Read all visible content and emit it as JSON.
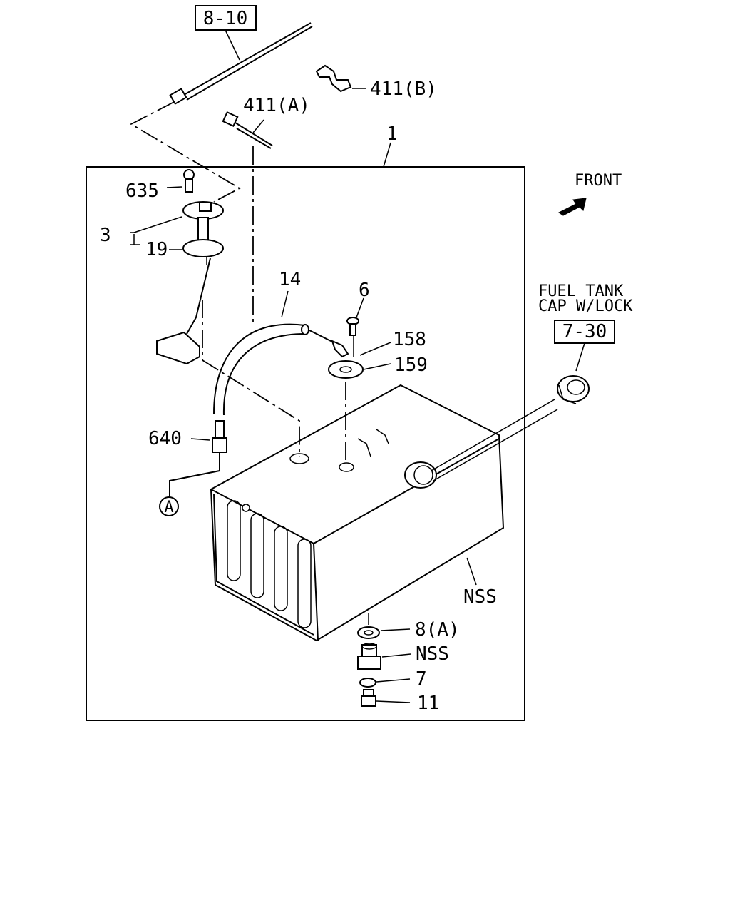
{
  "diagram": {
    "refs": {
      "ref_8_10": "8-10",
      "ref_7_30": "7-30"
    },
    "labels": {
      "p411b": "411(B)",
      "p411a": "411(A)",
      "p1": "1",
      "p635": "635",
      "p3": "3",
      "p19": "19",
      "p14": "14",
      "p6": "6",
      "p158": "158",
      "p159": "159",
      "p640": "640",
      "circleA": "A",
      "nss_tank": "NSS",
      "p8a": "8(A)",
      "nss_plug": "NSS",
      "p7": "7",
      "p11": "11"
    },
    "front_label": "FRONT",
    "cap_note_line1": "FUEL TANK",
    "cap_note_line2": "CAP W/LOCK"
  }
}
